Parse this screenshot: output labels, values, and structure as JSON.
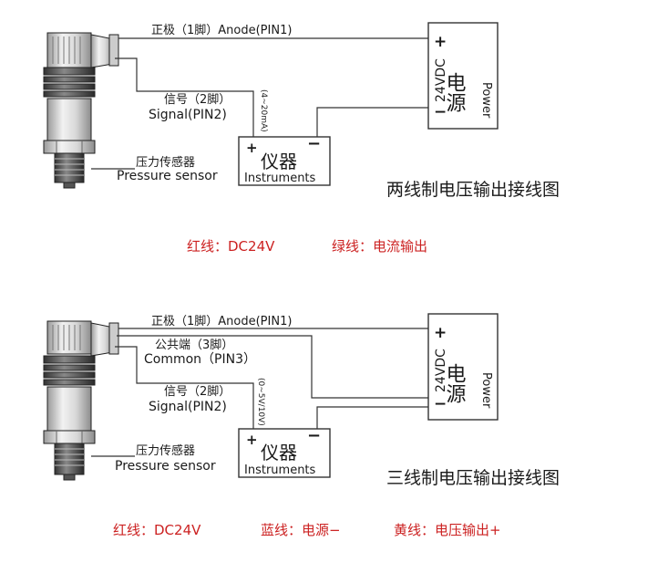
{
  "diagram1": {
    "anode_label": "正极（1脚）Anode(PIN1)",
    "signal_cn": "信号（2脚）",
    "signal_en": "Signal(PIN2)",
    "range_label": "(4~20mA)",
    "sensor_cn": "压力传感器",
    "sensor_en": "Pressure sensor",
    "instrument_cn": "仪器",
    "instrument_en": "Instruments",
    "plus": "+",
    "minus": "−",
    "power_voltage": "24VDC",
    "power_cn": "电源",
    "power_en": "Power",
    "title": "两线制电压输出接线图",
    "legend": [
      {
        "text": "红线：DC24V",
        "color": "#cc2222"
      },
      {
        "text": "绿线：电流输出",
        "color": "#cc2222"
      }
    ]
  },
  "diagram2": {
    "anode_label": "正极（1脚）Anode(PIN1)",
    "common_cn": "公共端（3脚）",
    "common_en": "Common（PIN3）",
    "signal_cn": "信号（2脚）",
    "signal_en": "Signal(PIN2)",
    "range_label": "(0~5V/10V)",
    "sensor_cn": "压力传感器",
    "sensor_en": "Pressure sensor",
    "instrument_cn": "仪器",
    "instrument_en": "Instruments",
    "plus": "+",
    "minus": "−",
    "power_voltage": "24VDC",
    "power_cn": "电源",
    "power_en": "Power",
    "title": "三线制电压输出接线图",
    "legend": [
      {
        "text": "红线：DC24V",
        "color": "#cc2222"
      },
      {
        "text": "蓝线：电源−",
        "color": "#cc2222"
      },
      {
        "text": "黄线：电压输出+",
        "color": "#cc2222"
      }
    ]
  }
}
